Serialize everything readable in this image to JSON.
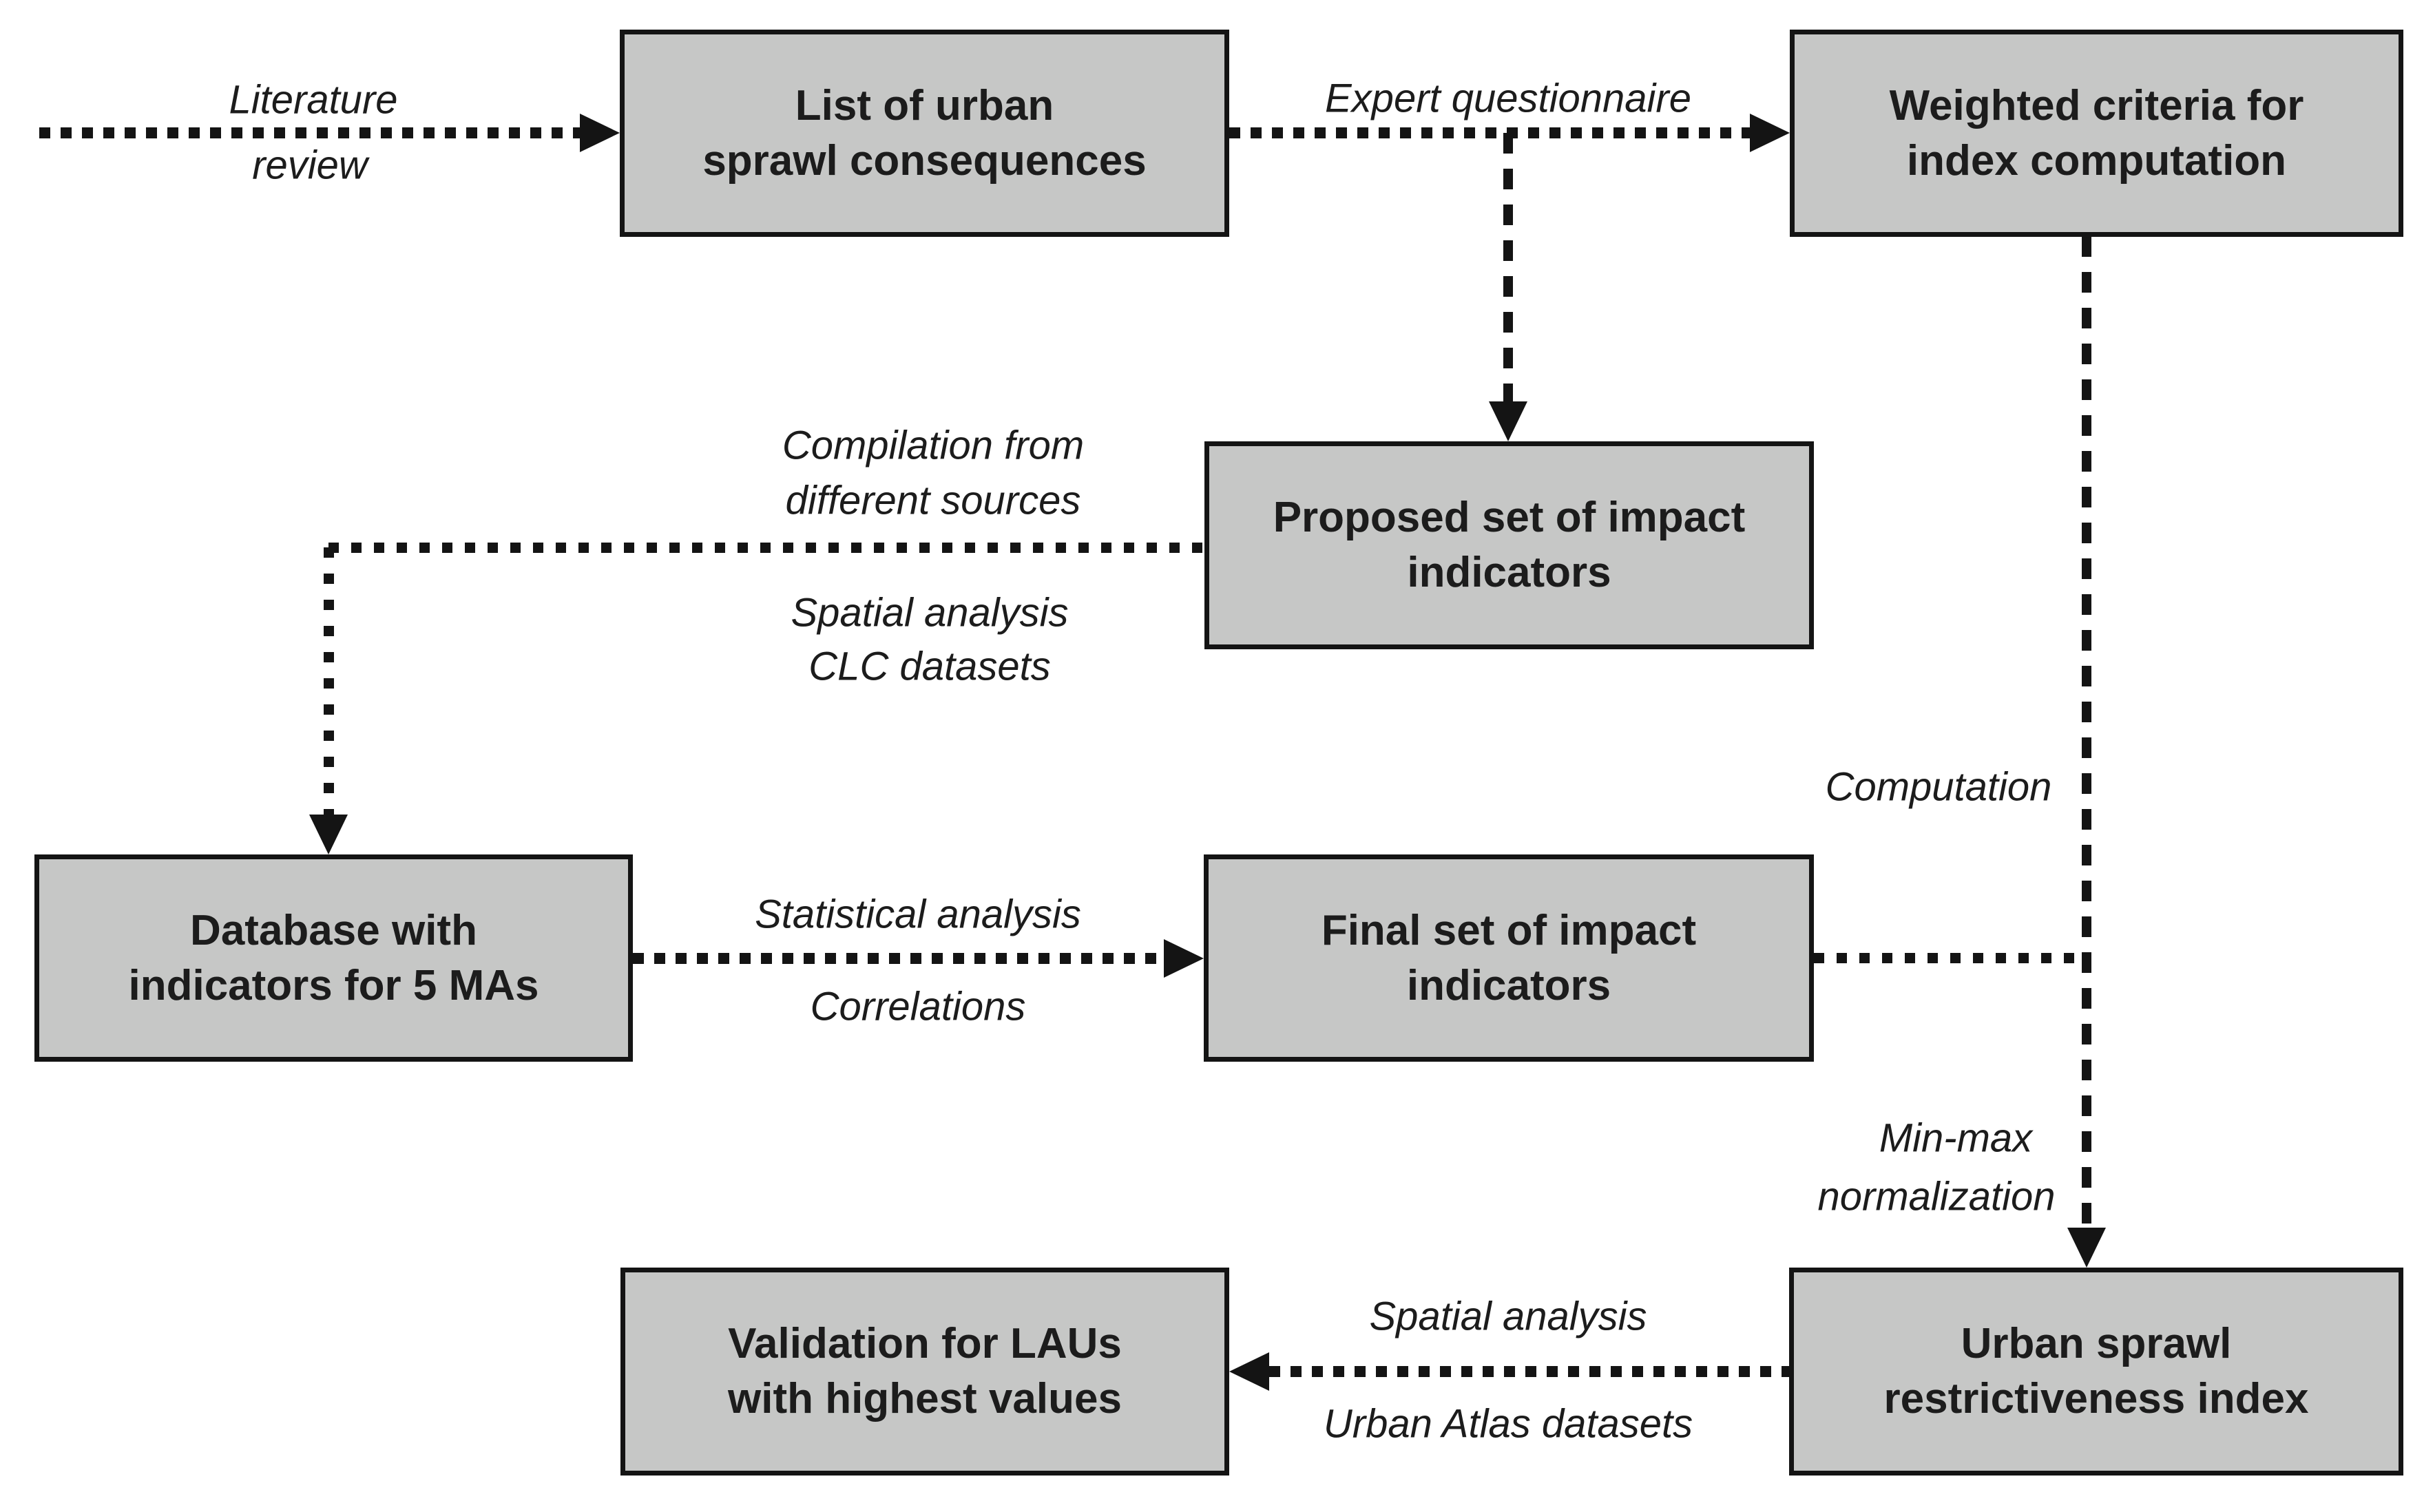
{
  "d": {
    "colors": {
      "bg": "#ffffff",
      "box_fill": "#c6c7c6",
      "line": "#141414",
      "text": "#1c1c1c"
    },
    "boxes": [
      {
        "name": "list-of-urban-sprawl-consequences",
        "lines": [
          "List of urban",
          "sprawl consequences"
        ]
      },
      {
        "name": "weighted-criteria-for-index-computation",
        "lines": [
          "Weighted criteria for",
          "index computation"
        ]
      },
      {
        "name": "proposed-set-of-impact-indicators",
        "lines": [
          "Proposed set of impact",
          "indicators"
        ]
      },
      {
        "name": "database-with-indicators",
        "lines": [
          "Database with",
          "indicators for 5 MAs"
        ]
      },
      {
        "name": "final-set-of-impact-indicators",
        "lines": [
          "Final set of impact",
          "indicators"
        ]
      },
      {
        "name": "validation-for-laus",
        "lines": [
          "Validation for LAUs",
          "with highest values"
        ]
      },
      {
        "name": "urban-sprawl-restrictiveness-index",
        "lines": [
          "Urban sprawl",
          "restrictiveness index"
        ]
      }
    ],
    "labels": {
      "literature_1": "Literature",
      "literature_2": "review",
      "expert": "Expert questionnaire",
      "compilation_1": "Compilation from",
      "compilation_2": "different sources",
      "clc_1": "Spatial analysis",
      "clc_2": "CLC datasets",
      "stat_1": "Statistical analysis",
      "stat_2": "Correlations",
      "computation": "Computation",
      "minmax_1": "Min-max",
      "minmax_2": "normalization",
      "ua_1": "Spatial analysis",
      "ua_2": "Urban Atlas datasets"
    }
  }
}
